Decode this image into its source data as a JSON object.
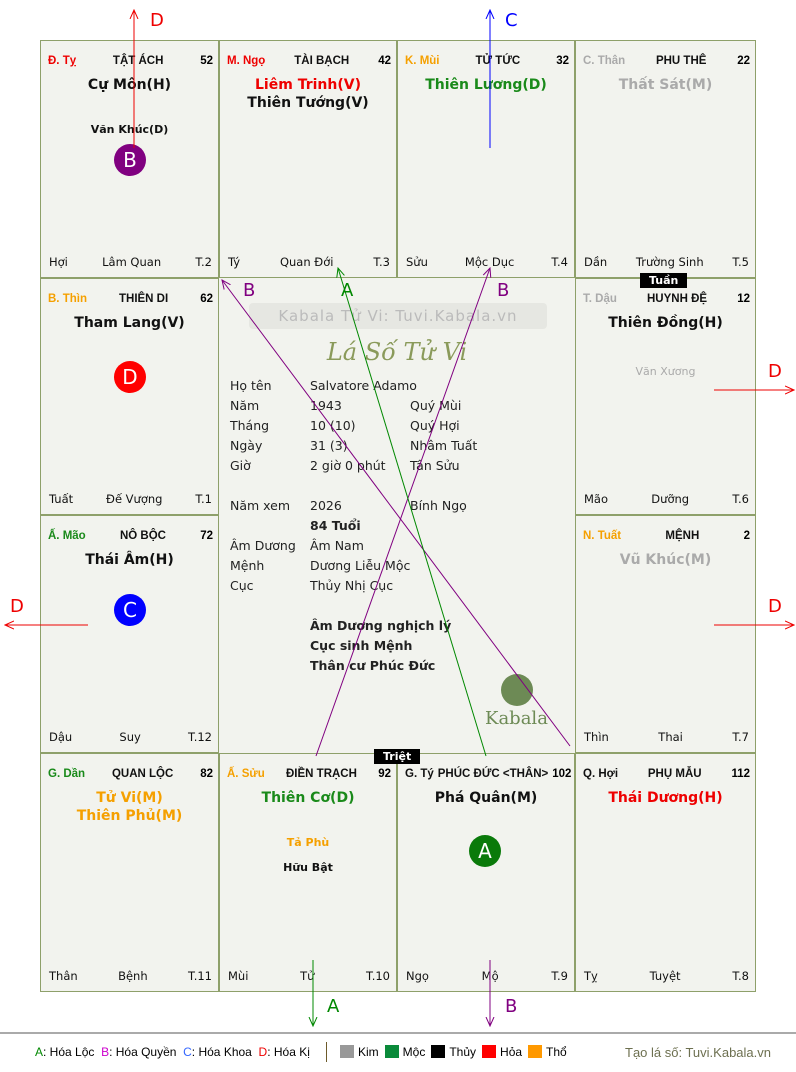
{
  "palaces": [
    {
      "id": "ty",
      "can": "Đ. Tỵ",
      "can_color": "#e00",
      "name": "TẬT ÁCH",
      "age": "52",
      "stars": [
        {
          "t": "Cự Môn(H)",
          "c": "#111"
        }
      ],
      "minors": [
        {
          "t": "Văn Khúc(D)",
          "c": "#111"
        }
      ],
      "bl": "Hợi",
      "bc": "Lâm Quan",
      "br": "T.2"
    },
    {
      "id": "ngo",
      "can": "M. Ngọ",
      "can_color": "#e00",
      "name": "TÀI BẠCH",
      "age": "42",
      "stars": [
        {
          "t": "Liêm Trinh(V)",
          "c": "#e00"
        },
        {
          "t": "Thiên Tướng(V)",
          "c": "#111"
        }
      ],
      "minors": [],
      "bl": "Tý",
      "bc": "Quan Đới",
      "br": "T.3"
    },
    {
      "id": "mui",
      "can": "K. Mùi",
      "can_color": "#f5a000",
      "name": "TỬ TỨC",
      "age": "32",
      "stars": [
        {
          "t": "Thiên Lương(D)",
          "c": "#1a8a1a"
        }
      ],
      "minors": [],
      "bl": "Sửu",
      "bc": "Mộc Dục",
      "br": "T.4"
    },
    {
      "id": "than",
      "can": "C. Thân",
      "can_color": "#aaa",
      "name": "PHU THÊ",
      "age": "22",
      "stars": [
        {
          "t": "Thất Sát(M)",
          "c": "#aaa"
        }
      ],
      "minors": [],
      "bl": "Dần",
      "bc": "Trường Sinh",
      "br": "T.5"
    },
    {
      "id": "thin",
      "can": "B. Thìn",
      "can_color": "#f5a000",
      "name": "THIÊN DI",
      "age": "62",
      "stars": [
        {
          "t": "Tham Lang(V)",
          "c": "#111"
        }
      ],
      "minors": [],
      "bl": "Tuất",
      "bc": "Đế Vượng",
      "br": "T.1"
    },
    {
      "id": "dau",
      "can": "T. Dậu",
      "can_color": "#aaa",
      "name": "HUYNH ĐỆ",
      "age": "12",
      "stars": [
        {
          "t": "Thiên Đồng(H)",
          "c": "#111"
        }
      ],
      "minors": [
        {
          "t": "Văn Xương",
          "c": "#aaa"
        }
      ],
      "bl": "Mão",
      "bc": "Dưỡng",
      "br": "T.6"
    },
    {
      "id": "mao",
      "can": "Ấ. Mão",
      "can_color": "#1a8a1a",
      "name": "NÔ BỘC",
      "age": "72",
      "stars": [
        {
          "t": "Thái Âm(H)",
          "c": "#111"
        }
      ],
      "minors": [],
      "bl": "Dậu",
      "bc": "Suy",
      "br": "T.12"
    },
    {
      "id": "tuat",
      "can": "N. Tuất",
      "can_color": "#f5a000",
      "name": "MỆNH",
      "age": "2",
      "stars": [
        {
          "t": "Vũ Khúc(M)",
          "c": "#aaa"
        }
      ],
      "minors": [],
      "bl": "Thìn",
      "bc": "Thai",
      "br": "T.7"
    },
    {
      "id": "dan",
      "can": "G. Dần",
      "can_color": "#1a8a1a",
      "name": "QUAN LỘC",
      "age": "82",
      "stars": [
        {
          "t": "Tử Vi(M)",
          "c": "#f5a000"
        },
        {
          "t": "Thiên Phủ(M)",
          "c": "#f5a000"
        }
      ],
      "minors": [],
      "bl": "Thân",
      "bc": "Bệnh",
      "br": "T.11"
    },
    {
      "id": "suu",
      "can": "Ấ. Sửu",
      "can_color": "#f5a000",
      "name": "ĐIỀN TRẠCH",
      "age": "92",
      "stars": [
        {
          "t": "Thiên Cơ(D)",
          "c": "#1a8a1a"
        }
      ],
      "minors": [
        {
          "t": "Tả Phù",
          "c": "#f5a000"
        },
        {
          "t": "Hữu Bật",
          "c": "#111"
        }
      ],
      "bl": "Mùi",
      "bc": "Tử",
      "br": "T.10"
    },
    {
      "id": "tys",
      "can": "G. Tý",
      "can_color": "#111",
      "name": "PHÚC ĐỨC <THÂN>",
      "age": "102",
      "stars": [
        {
          "t": "Phá Quân(M)",
          "c": "#111"
        }
      ],
      "minors": [],
      "bl": "Ngọ",
      "bc": "Mộ",
      "br": "T.9"
    },
    {
      "id": "hoi",
      "can": "Q. Hợi",
      "can_color": "#111",
      "name": "PHỤ MẪU",
      "age": "112",
      "stars": [
        {
          "t": "Thái Dương(H)",
          "c": "#e00"
        }
      ],
      "minors": [],
      "bl": "Tỵ",
      "bc": "Tuyệt",
      "br": "T.8"
    }
  ],
  "badges": {
    "tuan": "Tuần",
    "triet": "Triệt"
  },
  "circles": {
    "B": "B",
    "D": "D",
    "C": "C",
    "A": "A"
  },
  "center": {
    "watermark": "Kabala Tử Vi: Tuvi.Kabala.vn",
    "title": "Lá Số Tử Vi",
    "logo": "Kabala",
    "rows": [
      {
        "k": "Họ tên",
        "v": "Salvatore Adamo",
        "w": ""
      },
      {
        "k": "Năm",
        "v": "1943",
        "w": "Quý Mùi"
      },
      {
        "k": "Tháng",
        "v": "10 (10)",
        "w": "Quý Hợi"
      },
      {
        "k": "Ngày",
        "v": "31  (3)",
        "w": "Nhâm Tuất"
      },
      {
        "k": "Giờ",
        "v": "2 giờ 0 phút",
        "w": "Tân Sửu"
      },
      {
        "k": "Năm xem",
        "v": "2026",
        "w": "Bính Ngọ"
      },
      {
        "k": "",
        "v": "84 Tuổi",
        "w": ""
      },
      {
        "k": "Âm Dương",
        "v": "Âm Nam",
        "w": ""
      },
      {
        "k": "Mệnh",
        "v": "Dương Liễu Mộc",
        "w": ""
      },
      {
        "k": "Cục",
        "v": "Thủy Nhị Cục",
        "w": ""
      }
    ],
    "notes": [
      "Âm Dương nghịch lý",
      "Cục sinh Mệnh",
      "Thân cư Phúc Đức"
    ]
  },
  "arrow_labels": {
    "d_top": "D",
    "c_top": "C",
    "b1": "B",
    "a1": "A",
    "b2": "B",
    "d_r1": "D",
    "d_l": "D",
    "d_r2": "D",
    "a_bot": "A",
    "b_bot": "B"
  },
  "legend": {
    "a": "A",
    "a_t": ": Hóa Lộc",
    "b": "B",
    "b_t": ": Hóa Quyền",
    "c": "C",
    "c_t": ": Hóa Khoa",
    "d": "D",
    "d_t": ": Hóa Kị",
    "elements": [
      {
        "t": "Kim",
        "c": "#999"
      },
      {
        "t": "Mộc",
        "c": "#0a8a3a"
      },
      {
        "t": "Thủy",
        "c": "#000"
      },
      {
        "t": "Hỏa",
        "c": "#f00"
      },
      {
        "t": "Thổ",
        "c": "#f90"
      }
    ],
    "credit": "Tạo lá số: Tuvi.Kabala.vn"
  }
}
